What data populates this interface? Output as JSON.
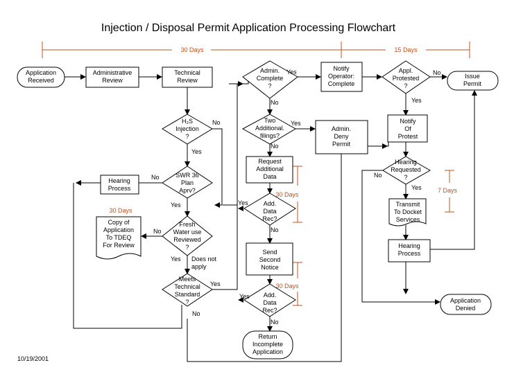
{
  "title": "Injection / Disposal Permit Application Processing Flowchart",
  "date": "10/19/2001",
  "durations": {
    "top_30": "30 Days",
    "top_15": "15  Days",
    "tdeq_30": "30 Days",
    "request_30": "30 Days",
    "second_30": "30 Days",
    "hearing_7": "7 Days"
  },
  "nodes": {
    "app_received": [
      "Application",
      "Received"
    ],
    "admin_review": [
      "Administrative",
      "Review"
    ],
    "tech_review": [
      "Technical",
      "Review"
    ],
    "h2s": [
      "H₂S",
      "Injection",
      "?"
    ],
    "swr36": [
      "SWR 36",
      "Plan",
      "Aprv?"
    ],
    "hearing_left": [
      "Hearing",
      "Process"
    ],
    "fresh_water": [
      "Fresh",
      "Water use",
      "Reviewed",
      "?"
    ],
    "tdeq": [
      "Copy of",
      "Application",
      "To TDEQ",
      "For Review"
    ],
    "meets_tech": [
      "Meets",
      "Technical",
      "Standard",
      "?"
    ],
    "admin_complete": [
      "Admin.",
      "Complete",
      "?"
    ],
    "two_filings": [
      "Two",
      "Additional.",
      "filings?"
    ],
    "request_data": [
      "Request",
      "Additional",
      "Data"
    ],
    "add_data1": [
      "Add.",
      "Data",
      "Rec?"
    ],
    "second_notice": [
      "Send",
      "Second",
      "Notice"
    ],
    "add_data2": [
      "Add.",
      "Data",
      "Rec?"
    ],
    "return_incomplete": [
      "Return",
      "Incomplete",
      "Application"
    ],
    "notify_complete": [
      "Notify",
      "Operator:",
      "Complete"
    ],
    "admin_deny": [
      "Admin.",
      "Deny",
      "Permit"
    ],
    "appl_protested": [
      "Appl.",
      "Protested",
      "?"
    ],
    "issue_permit": [
      "Issue",
      "Permit"
    ],
    "notify_protest": [
      "Notify",
      "Of",
      "Protest"
    ],
    "hearing_requested": [
      "Hearing",
      "Requested",
      "?"
    ],
    "transmit_docket": [
      "Transmit",
      "To Docket",
      "Services"
    ],
    "hearing_right": [
      "Hearing",
      "Process"
    ],
    "app_denied": [
      "Application",
      "Denied"
    ]
  },
  "edge_labels": {
    "h2s_no": "No",
    "h2s_yes": "Yes",
    "swr_no": "No",
    "swr_yes": "Yes",
    "fresh_no": "No",
    "fresh_yes": "Yes",
    "fresh_na": [
      "Does not",
      "apply"
    ],
    "meets_yes": "Yes",
    "meets_no": "No",
    "admin_yes": "Yes",
    "admin_no": "No",
    "two_yes": "Yes",
    "two_no": "No",
    "add1_yes": "Yes",
    "add1_no": "No",
    "add2_yes": "Yes",
    "add2_no": "No",
    "prot_no": "No",
    "prot_yes": "Yes",
    "hreq_no": "No",
    "hreq_yes": "Yes"
  }
}
